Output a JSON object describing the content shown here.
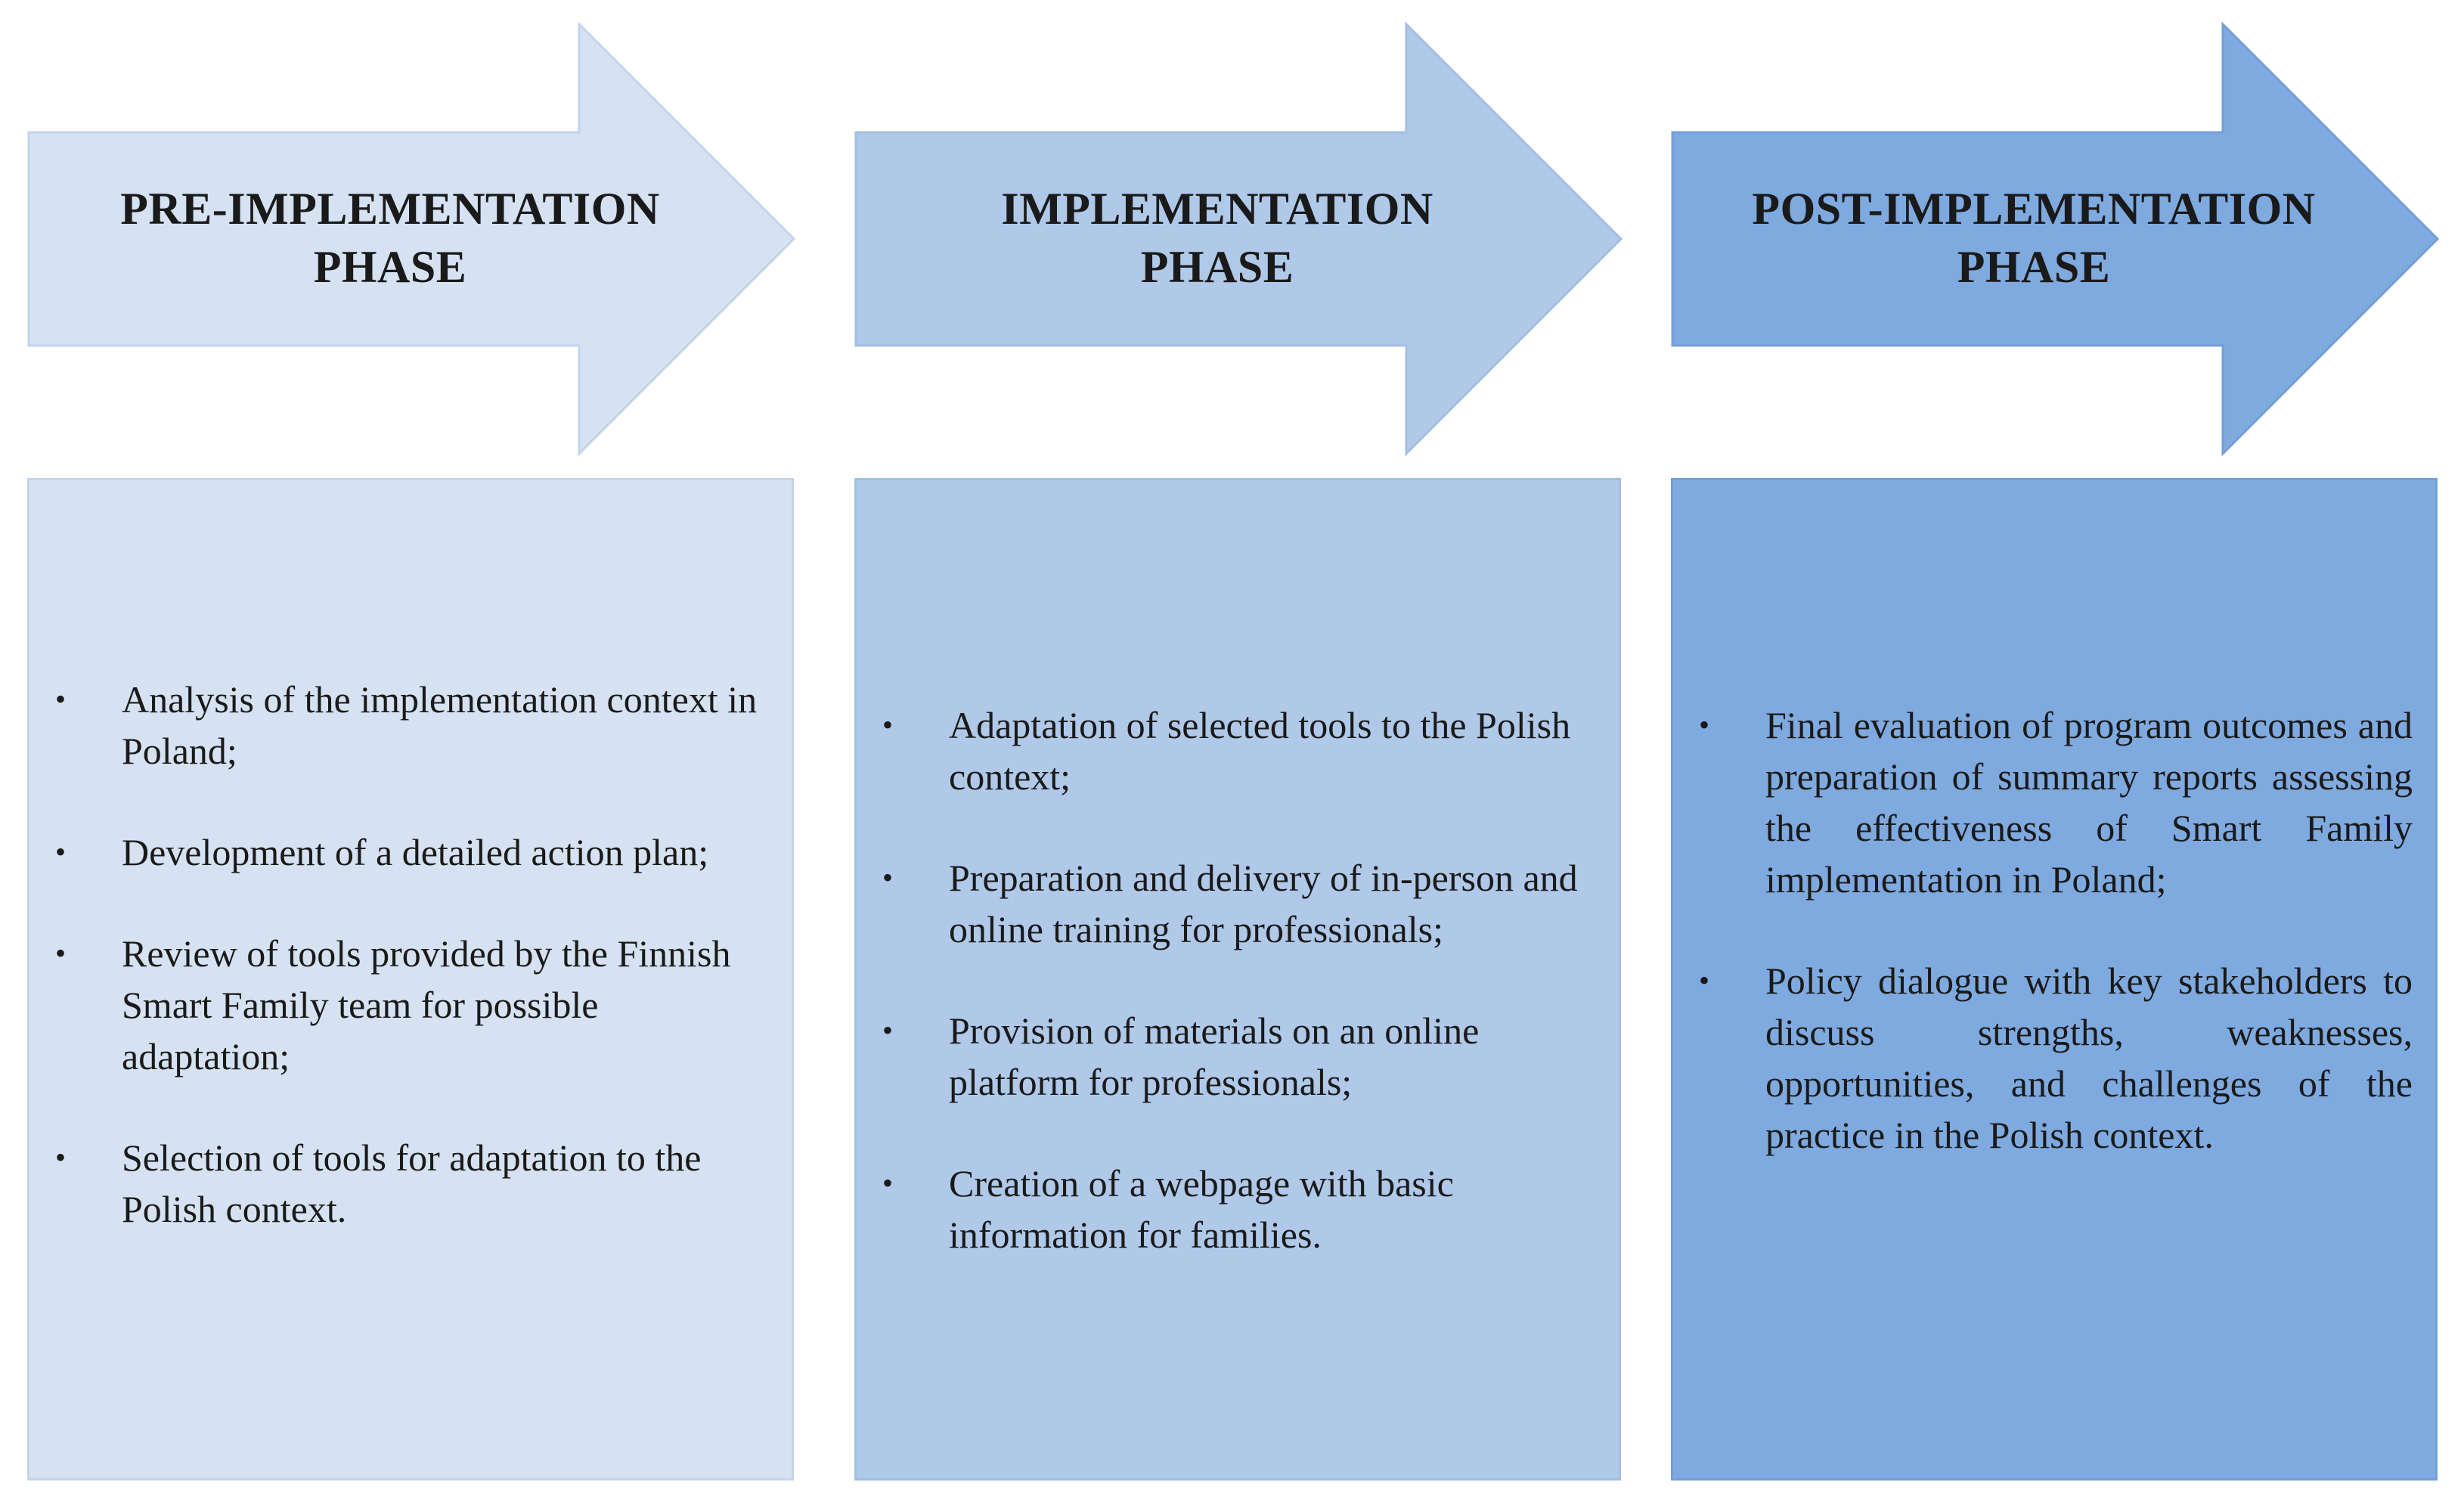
{
  "phases": [
    {
      "title_lines": [
        "PRE-IMPLEMENTATION",
        "PHASE"
      ],
      "fill": "#d6e2f2",
      "box_fill": "#d6e2f2",
      "bullet": "•",
      "items": [
        "Analysis of the implementation context in Poland;",
        "Development of a detailed action plan;",
        "Review of tools provided by the Finnish Smart Family team for possible adaptation;",
        "Selection of tools for adaptation to the Polish context."
      ]
    },
    {
      "title_lines": [
        "IMPLEMENTATION",
        "PHASE"
      ],
      "fill": "#b0c9e9",
      "box_fill": "#b0c9e9",
      "bullet": "•",
      "items": [
        "Adaptation of selected tools to the Polish context;",
        "Preparation and delivery of in-person and online training for professionals;",
        "Provision of materials on an online platform for professionals;",
        "Creation of a webpage with basic information for families."
      ]
    },
    {
      "title_lines": [
        "POST-IMPLEMENTATION",
        "PHASE"
      ],
      "fill": "#7faadf",
      "box_fill": "#7faadf",
      "bullet": "•",
      "items": [
        "Final evaluation of program outcomes and preparation of summary reports assessing the effectiveness of Smart Family implementation in Poland;",
        "Policy dialogue with key stakeholders to discuss strengths, weaknesses, opportunities, and challenges of the practice in the Polish context."
      ]
    }
  ]
}
